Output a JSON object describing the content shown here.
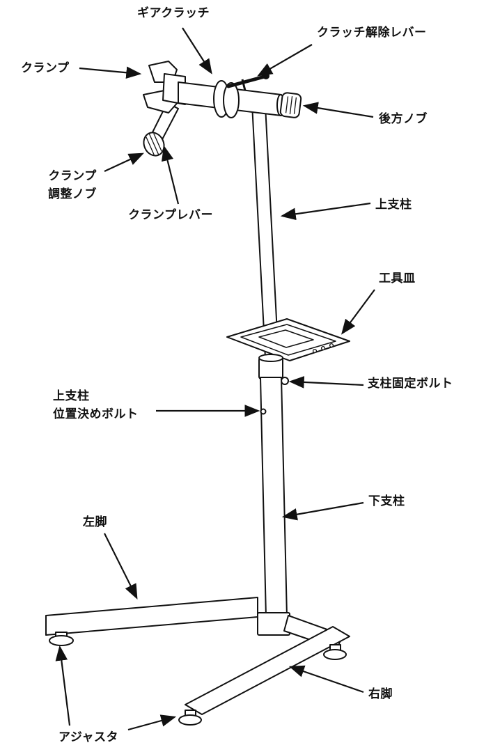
{
  "diagram": {
    "subject": "repair-stand-parts-diagram",
    "line_color": "#111111",
    "background_color": "#ffffff",
    "labels": {
      "gear_clutch": "ギアクラッチ",
      "clutch_release_lever": "クラッチ解除レバー",
      "clamp": "クランプ",
      "rear_knob": "後方ノブ",
      "clamp_adjust_knob": {
        "line1": "クランプ",
        "line2": "調整ノブ"
      },
      "clamp_lever": "クランプレバー",
      "upper_post": "上支柱",
      "tool_tray": "工具皿",
      "post_fixing_bolt": "支柱固定ボルト",
      "upper_post_positioning_bolt": {
        "line1": "上支柱",
        "line2": "位置決めボルト"
      },
      "lower_post": "下支柱",
      "left_leg": "左脚",
      "right_leg": "右脚",
      "adjuster": "アジャスタ"
    }
  }
}
